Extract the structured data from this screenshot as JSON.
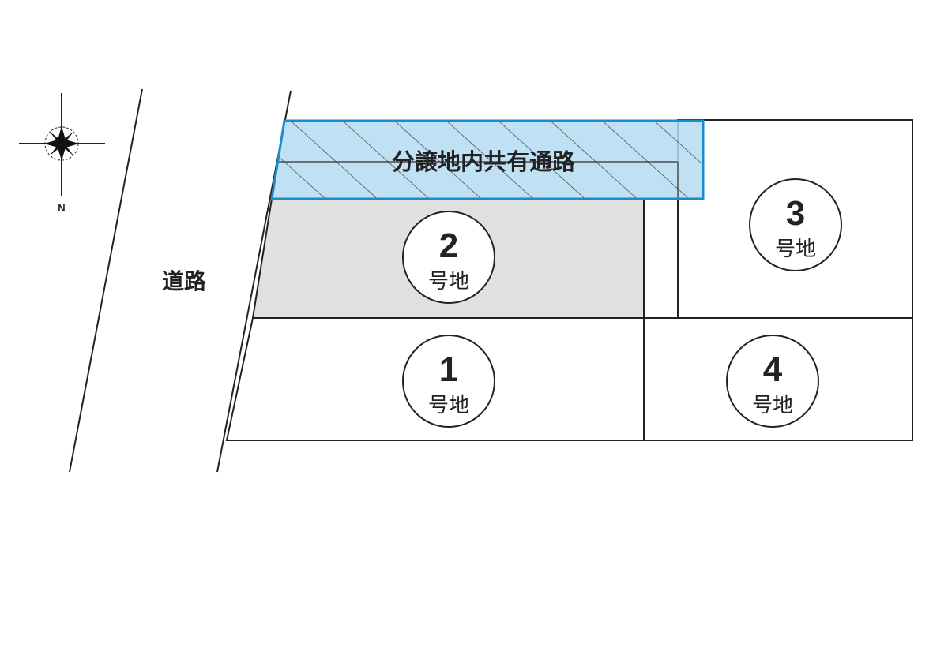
{
  "compass": {
    "label": "N"
  },
  "road": {
    "label": "道路"
  },
  "shared_path": {
    "label": "分譲地内共有通路",
    "fill": "#b5dcf2",
    "stroke": "#1a8ccc"
  },
  "lots": [
    {
      "number": "1",
      "suffix": "号地"
    },
    {
      "number": "2",
      "suffix": "号地",
      "fill": "#e0e0e0"
    },
    {
      "number": "3",
      "suffix": "号地"
    },
    {
      "number": "4",
      "suffix": "号地"
    }
  ]
}
